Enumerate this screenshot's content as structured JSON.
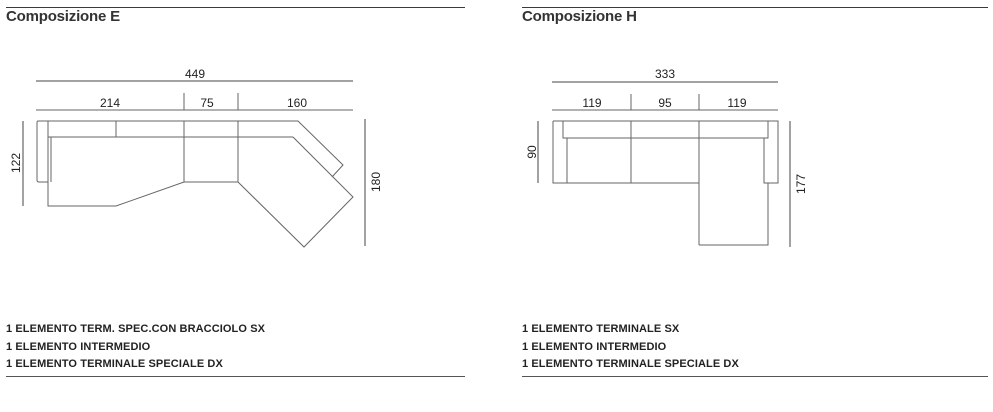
{
  "compositions": [
    {
      "id": "E",
      "title": "Composizione E",
      "dimensions": {
        "total_width": "449",
        "segments": [
          "214",
          "75",
          "160"
        ],
        "depth_left": "122",
        "depth_right": "180"
      },
      "elements": [
        "1 ELEMENTO TERM. SPEC.CON BRACCIOLO SX",
        "1 ELEMENTO INTERMEDIO",
        "1 ELEMENTO TERMINALE SPECIALE DX"
      ]
    },
    {
      "id": "H",
      "title": "Composizione H",
      "dimensions": {
        "total_width": "333",
        "segments": [
          "119",
          "95",
          "119"
        ],
        "depth_left": "90",
        "depth_right": "177"
      },
      "elements": [
        "1 ELEMENTO TERMINALE SX",
        "1 ELEMENTO INTERMEDIO",
        "1 ELEMENTO TERMINALE SPECIALE DX"
      ]
    }
  ],
  "colors": {
    "line": "#555555",
    "text": "#222222",
    "rule": "#3a3a3a"
  }
}
